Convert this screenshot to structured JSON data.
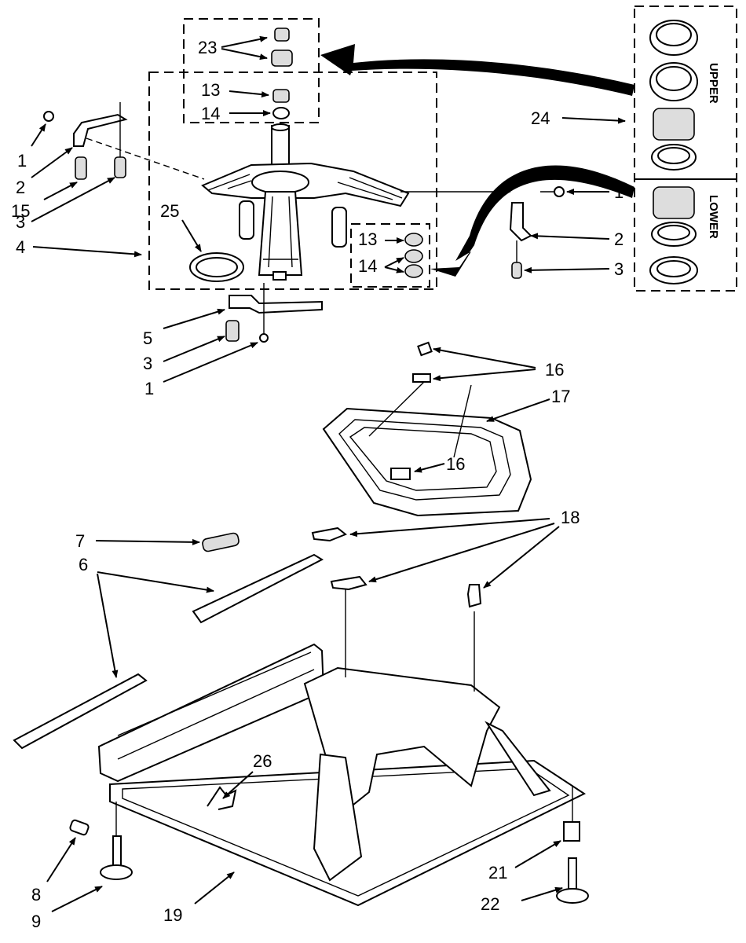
{
  "callouts": {
    "c1a": "1",
    "c2a": "2",
    "c15": "15",
    "c3a": "3",
    "c4": "4",
    "c23": "23",
    "c13a": "13",
    "c14a": "14",
    "c25": "25",
    "c13b": "13",
    "c14b": "14",
    "c24": "24",
    "c1b": "1",
    "c2b": "2",
    "c3b": "3",
    "c5": "5",
    "c3c": "3",
    "c1c": "1",
    "c16a": "16",
    "c17": "17",
    "c16b": "16",
    "c18": "18",
    "c7": "7",
    "c6": "6",
    "c26": "26",
    "c8": "8",
    "c9": "9",
    "c19": "19",
    "c21": "21",
    "c22": "22"
  },
  "side_labels": {
    "upper": "UPPER",
    "lower": "LOWER"
  }
}
